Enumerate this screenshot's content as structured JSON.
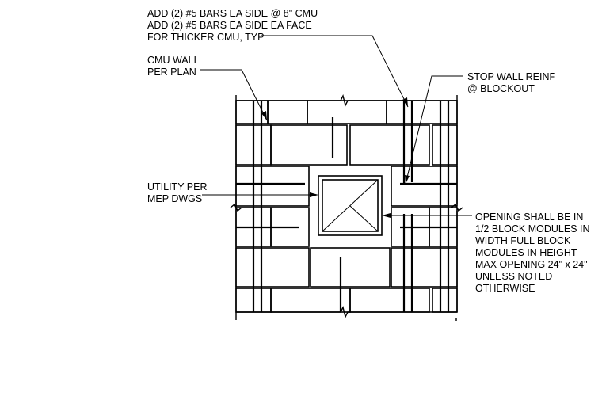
{
  "notes": {
    "bars": [
      "ADD (2) #5 BARS EA SIDE @ 8\" CMU",
      "ADD (2) #5 BARS EA SIDE EA FACE",
      "FOR THICKER CMU, TYP"
    ],
    "cmu_wall": [
      "CMU WALL",
      "PER PLAN"
    ],
    "stop_reinf": [
      "STOP WALL REINF",
      "@ BLOCKOUT"
    ],
    "utility": [
      "UTILITY PER",
      "MEP DWGS"
    ],
    "opening": [
      "OPENING SHALL BE IN",
      "1/2 BLOCK MODULES IN",
      "WIDTH FULL BLOCK",
      "MODULES IN HEIGHT",
      "MAX OPENING 24\" x 24\"",
      "UNLESS NOTED",
      "OTHERWISE"
    ]
  },
  "colors": {
    "line": "#000000",
    "background": "#ffffff"
  }
}
